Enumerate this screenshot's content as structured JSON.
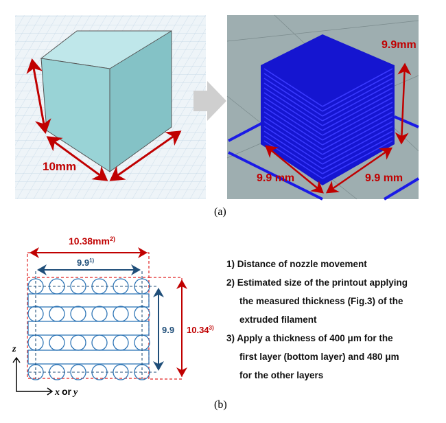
{
  "panel_a": {
    "caption": "(a)",
    "cad_model": {
      "dimension_label": "10mm"
    },
    "printed_model": {
      "height_label": "9.9mm",
      "left_width_label": "9.9 mm",
      "right_width_label": "9.9 mm"
    }
  },
  "panel_b": {
    "caption": "(b)",
    "outer_width_label": "10.38mm",
    "outer_width_sup": "2)",
    "inner_width_label": "9.9",
    "inner_width_sup": "1)",
    "inner_height_label": "9.9",
    "outer_height_label": "10.34",
    "outer_height_sup": "3)",
    "axis_z": "z",
    "axis_x": "x",
    "axis_or": "or",
    "axis_y": "y",
    "notes": [
      "1) Distance of nozzle movement",
      "2) Estimated size of the printout applying",
      "the measured thickness (Fig.3) of the",
      "extruded filament",
      "3) Apply a thickness of 400 μm for the",
      "first layer (bottom layer) and 480 μm",
      "for the other layers"
    ]
  },
  "colors": {
    "red": "#c00000",
    "navy": "#1f4e79",
    "filament": "#2e75b6",
    "print_blue": "#1a1ae6"
  }
}
